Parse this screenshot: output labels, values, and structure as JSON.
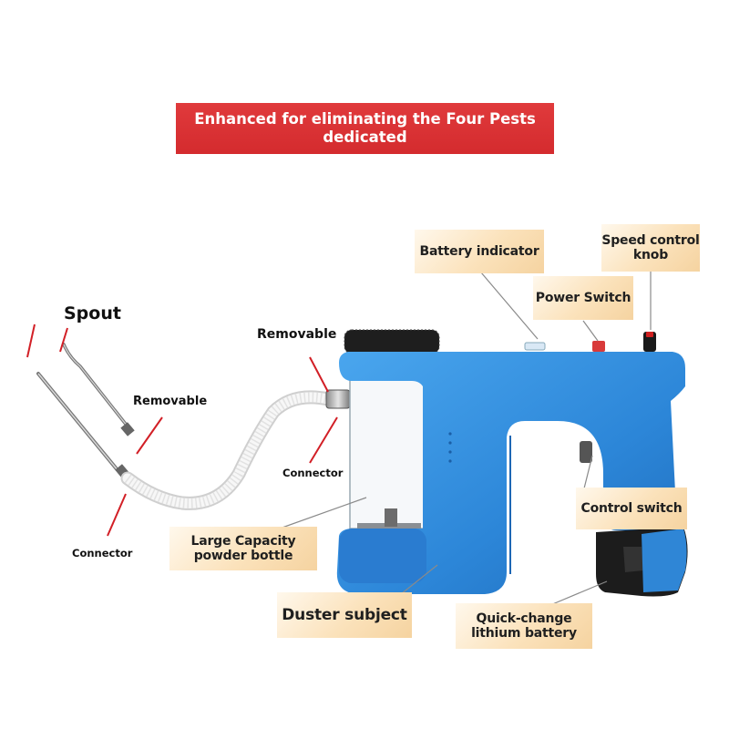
{
  "banner": {
    "line1": "Enhanced for eliminating the Four Pests",
    "line2": "dedicated"
  },
  "labels": {
    "spout": "Spout",
    "removable_top": "Removable",
    "removable_left": "Removable",
    "connector_left": "Connector",
    "connector_mid": "Connector",
    "battery_indicator": "Battery indicator",
    "speed_control_line1": "Speed control",
    "speed_control_line2": "knob",
    "power_switch": "Power Switch",
    "control_switch": "Control switch",
    "bottle_line1": "Large Capacity",
    "bottle_line2": "powder bottle",
    "duster_subject": "Duster subject",
    "battery_line1": "Quick-change",
    "battery_line2": "lithium battery"
  },
  "colors": {
    "banner_red": "#d42b2e",
    "body_blue": "#2f86d6",
    "leader_red": "#d21f26",
    "tag_beige": "#fbe2bb"
  }
}
